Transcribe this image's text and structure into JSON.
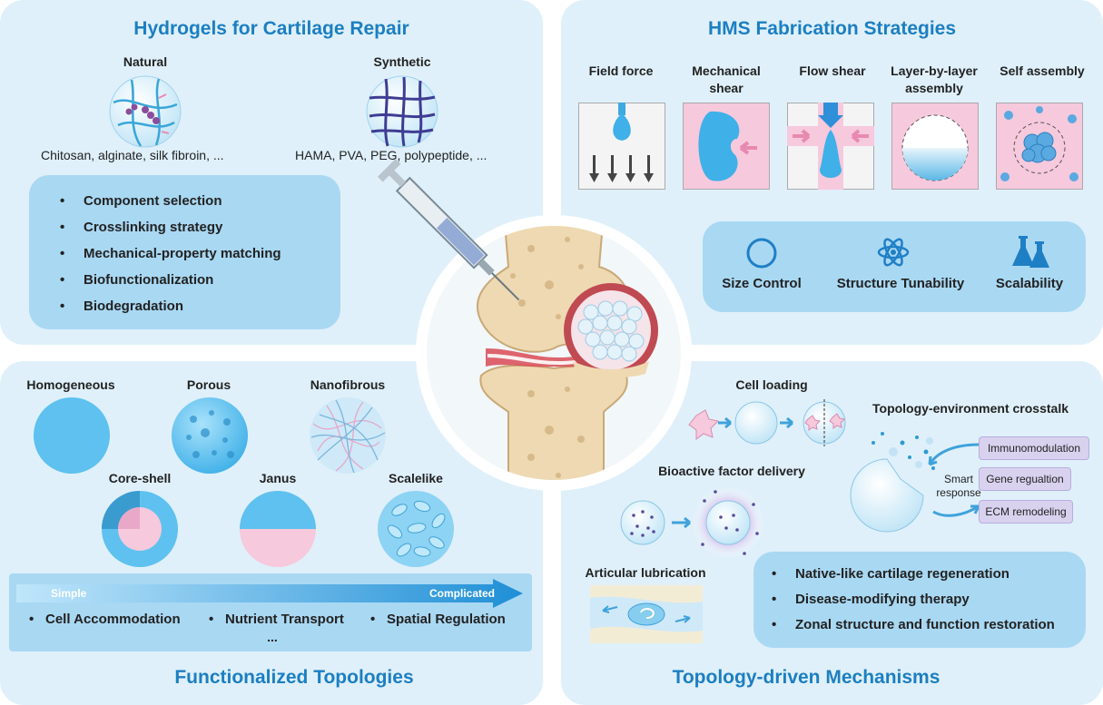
{
  "hydrogels": {
    "title": "Hydrogels for Cartilage Repair",
    "natural": {
      "label": "Natural",
      "examples": "Chitosan, alginate, silk fibroin, ..."
    },
    "synthetic": {
      "label": "Synthetic",
      "examples": "HAMA, PVA, PEG, polypeptide, ..."
    },
    "points": [
      "Component selection",
      "Crosslinking strategy",
      "Mechanical-property matching",
      "Biofunctionalization",
      "Biodegradation"
    ]
  },
  "fabrication": {
    "title": "HMS Fabrication Strategies",
    "methods": [
      "Field force",
      "Mechanical shear",
      "Flow shear",
      "Layer-by-layer assembly",
      "Self assembly"
    ],
    "advantages": [
      "Size Control",
      "Structure Tunability",
      "Scalability"
    ]
  },
  "topologies": {
    "title": "Functionalized Topologies",
    "types": [
      "Homogeneous",
      "Porous",
      "Nanofibrous",
      "Core-shell",
      "Janus",
      "Scalelike"
    ],
    "arrow_start": "Simple",
    "arrow_end": "Complicated",
    "functions": [
      "Cell Accommodation",
      "Nutrient Transport",
      "Spatial Regulation"
    ],
    "more": "..."
  },
  "mechanisms": {
    "title": "Topology-driven Mechanisms",
    "cell_loading": "Cell loading",
    "bioactive": "Bioactive factor delivery",
    "lubrication": "Articular lubrication",
    "crosstalk": "Topology-environment crosstalk",
    "smart_response": "Smart response",
    "responses": [
      "Immunomodulation",
      "Gene regualtion",
      "ECM remodeling"
    ],
    "outcomes": [
      "Native-like cartilage regeneration",
      "Disease-modifying therapy",
      "Zonal structure and function restoration"
    ]
  },
  "colors": {
    "title_blue": "#1c7fc1",
    "panel_bg": "#dff0fa",
    "box_blue": "#a9d8f3",
    "pink": "#f6c9dc",
    "sphere_blue": "#5ec1ef"
  }
}
